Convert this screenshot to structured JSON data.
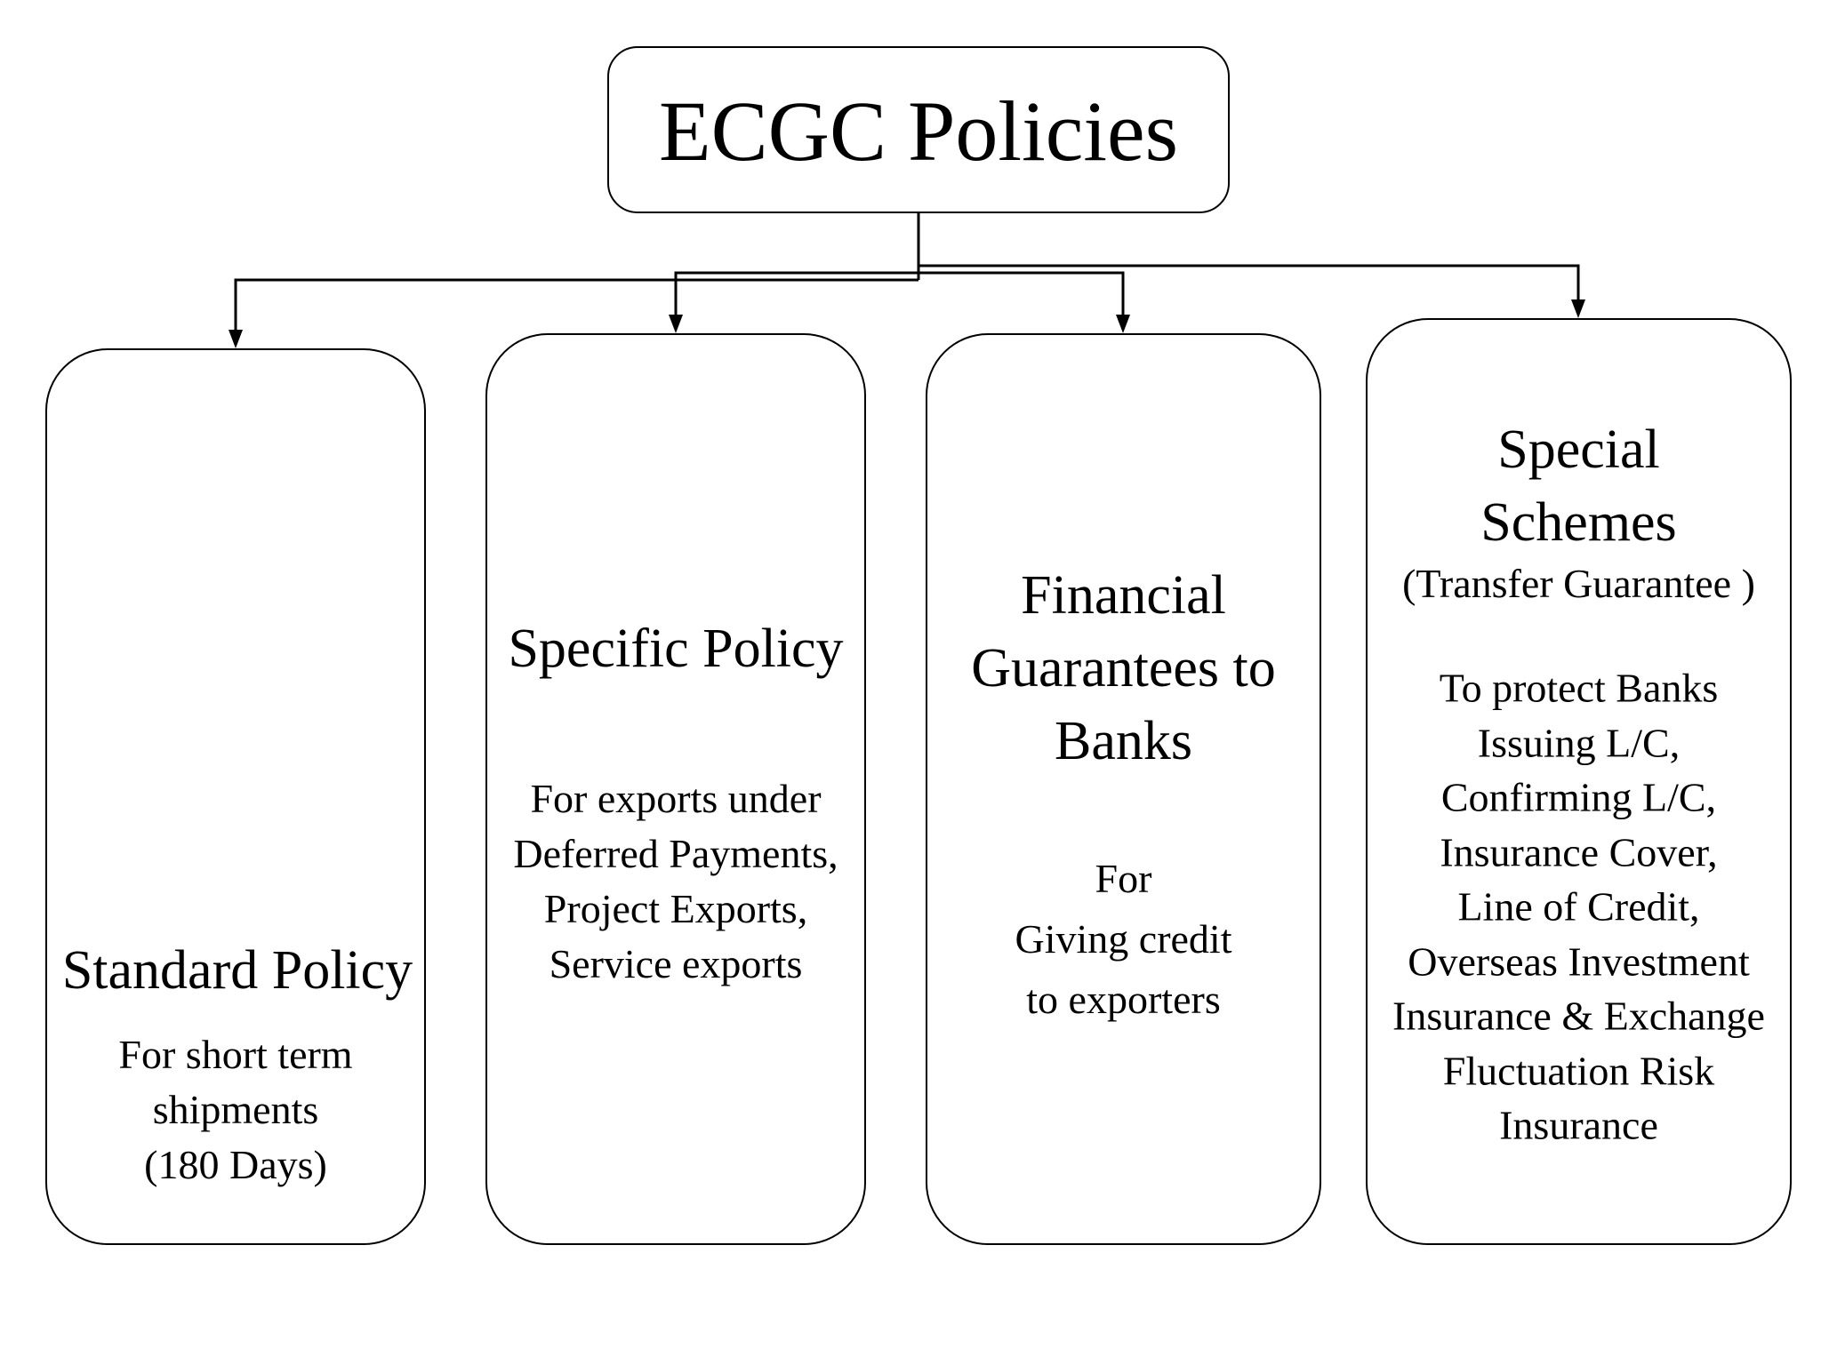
{
  "diagram": {
    "type": "hierarchy",
    "root": {
      "title": "ECGC Policies"
    },
    "children": [
      {
        "id": "standard",
        "title": "Standard Policy",
        "description": "For short term\nshipments\n(180 Days)"
      },
      {
        "id": "specific",
        "title": "Specific Policy",
        "description": "For exports under\nDeferred Payments,\nProject Exports,\nService exports"
      },
      {
        "id": "financial",
        "title": "Financial\nGuarantees to\nBanks",
        "description": "For\nGiving credit\nto exporters"
      },
      {
        "id": "special",
        "title": "Special\nSchemes",
        "subtitle": "(Transfer Guarantee )",
        "description": "To protect Banks\nIssuing L/C,\nConfirming L/C,\nInsurance Cover,\nLine of Credit,\nOverseas Investment\nInsurance & Exchange\nFluctuation Risk\nInsurance"
      }
    ],
    "edges": [
      {
        "from": "root",
        "to": "standard"
      },
      {
        "from": "root",
        "to": "specific"
      },
      {
        "from": "root",
        "to": "financial"
      },
      {
        "from": "root",
        "to": "special"
      }
    ],
    "colors": {
      "stroke": "#000000",
      "background": "#ffffff",
      "text": "#000000"
    }
  }
}
